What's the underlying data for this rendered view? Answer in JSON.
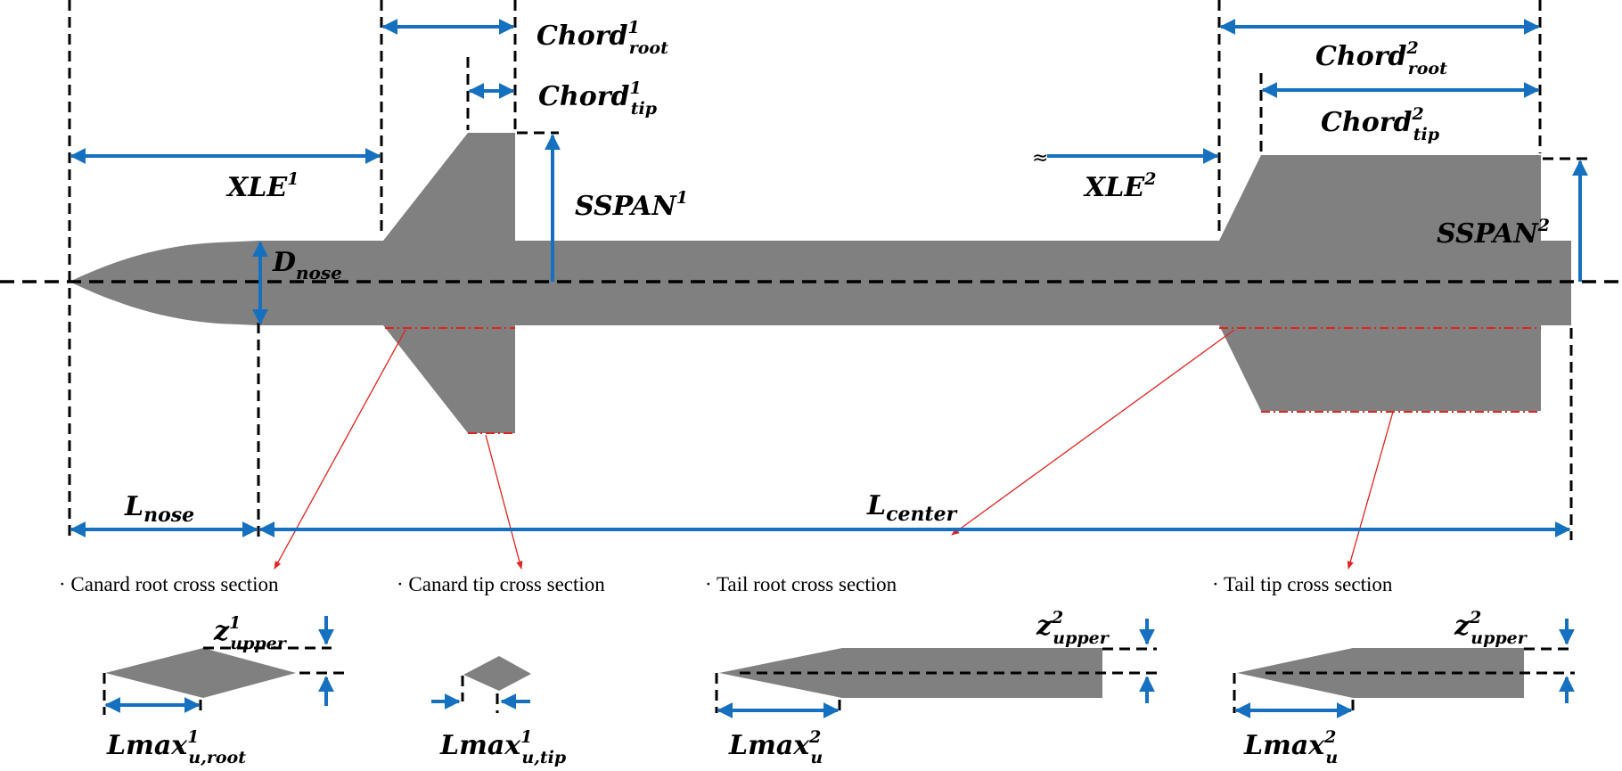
{
  "labels": {
    "chord_root_1": {
      "base": "Chord",
      "sup": "1",
      "sub": "root"
    },
    "chord_tip_1": {
      "base": "Chord",
      "sup": "1",
      "sub": "tip"
    },
    "chord_root_2": {
      "base": "Chord",
      "sup": "2",
      "sub": "root"
    },
    "chord_tip_2": {
      "base": "Chord",
      "sup": "2",
      "sub": "tip"
    },
    "xle_1": {
      "base": "XLE",
      "sup": "1"
    },
    "xle_2": {
      "base": "XLE",
      "sup": "2"
    },
    "sspan_1": {
      "base": "SSPAN",
      "sup": "1"
    },
    "sspan_2": {
      "base": "SSPAN",
      "sup": "2"
    },
    "d_nose": {
      "base": "D",
      "sub": "nose"
    },
    "l_nose": {
      "base": "L",
      "sub": "nose"
    },
    "l_center": {
      "base": "L",
      "sub": "center"
    },
    "z_upper_canard": {
      "base": "z",
      "sup": "1",
      "sub": "upper"
    },
    "z_upper_tail_root": {
      "base": "z",
      "sup": "2",
      "sub": "upper"
    },
    "z_upper_tail_tip": {
      "base": "z",
      "sup": "2",
      "sub": "upper"
    },
    "lmax_root_1": {
      "base": "Lmax",
      "sup": "1",
      "sub": "u,root"
    },
    "lmax_tip_1": {
      "base": "Lmax",
      "sup": "1",
      "sub": "u,tip"
    },
    "lmax_tail_root": {
      "base": "Lmax",
      "sup": "2",
      "sub": "u"
    },
    "lmax_tail_tip": {
      "base": "Lmax",
      "sup": "2",
      "sub": "u"
    }
  },
  "captions": {
    "canard_root": "· Canard root cross section",
    "canard_tip": "· Canard tip cross section",
    "tail_root": "· Tail root cross section",
    "tail_tip": "· Tail tip cross section"
  },
  "break_symbol": "≈",
  "colors": {
    "dimension": "#1570c0",
    "body": "#808080",
    "leader": "#e0231f",
    "lines": "#000000"
  }
}
